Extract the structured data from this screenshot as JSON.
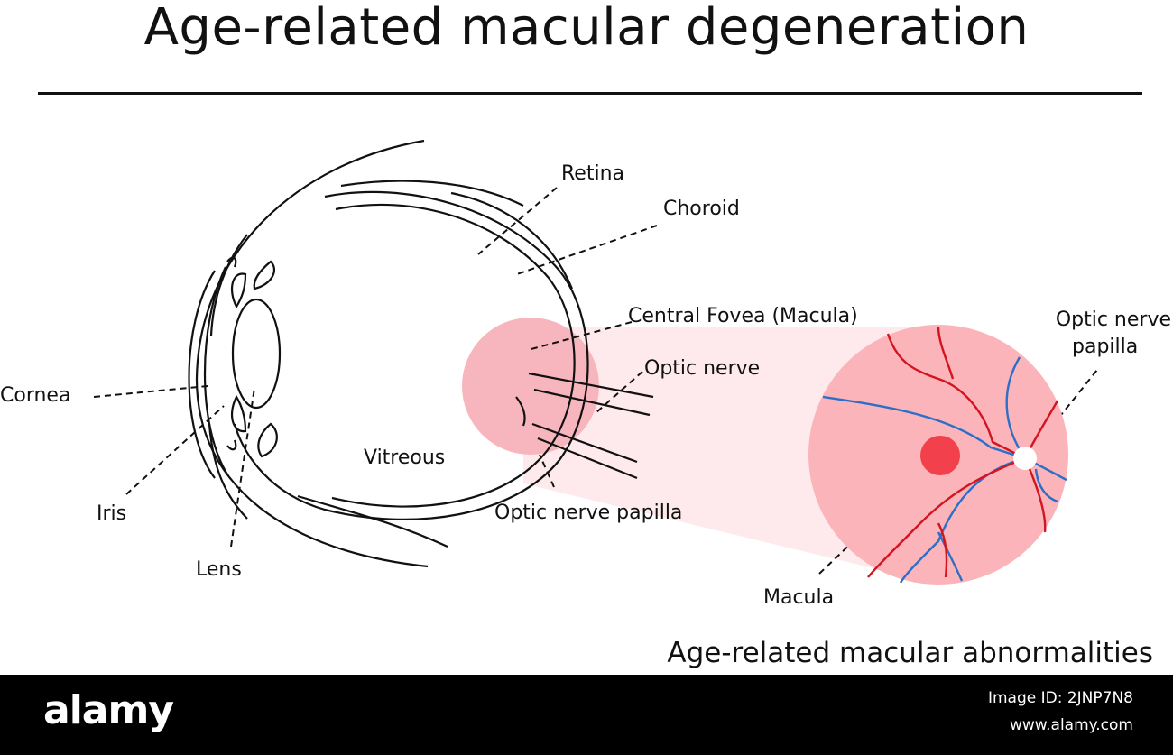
{
  "title": "Age-related macular degeneration",
  "labels": {
    "retina": "Retina",
    "choroid": "Choroid",
    "central_fovea": "Central Fovea (Macula)",
    "optic_nerve": "Optic nerve",
    "cornea": "Cornea",
    "vitreous": "Vitreous",
    "iris": "Iris",
    "lens": "Lens",
    "optic_nerve_papilla": "Optic nerve papilla",
    "optic_nerve_papilla_zoom_line1": "Optic nerve",
    "optic_nerve_papilla_zoom_line2": "papilla",
    "macula": "Macula"
  },
  "caption": "Age-related macular abnormalities",
  "footer": {
    "brand": "alamy",
    "image_id": "Image ID: 2JNP7N8",
    "url": "www.alamy.com"
  },
  "colors": {
    "highlight": "#f7b6bd",
    "fundus": "#fbb4ba",
    "artery": "#d4141f",
    "vein": "#2d6fc7",
    "macula_spot": "#f2414d",
    "line": "#111111"
  }
}
